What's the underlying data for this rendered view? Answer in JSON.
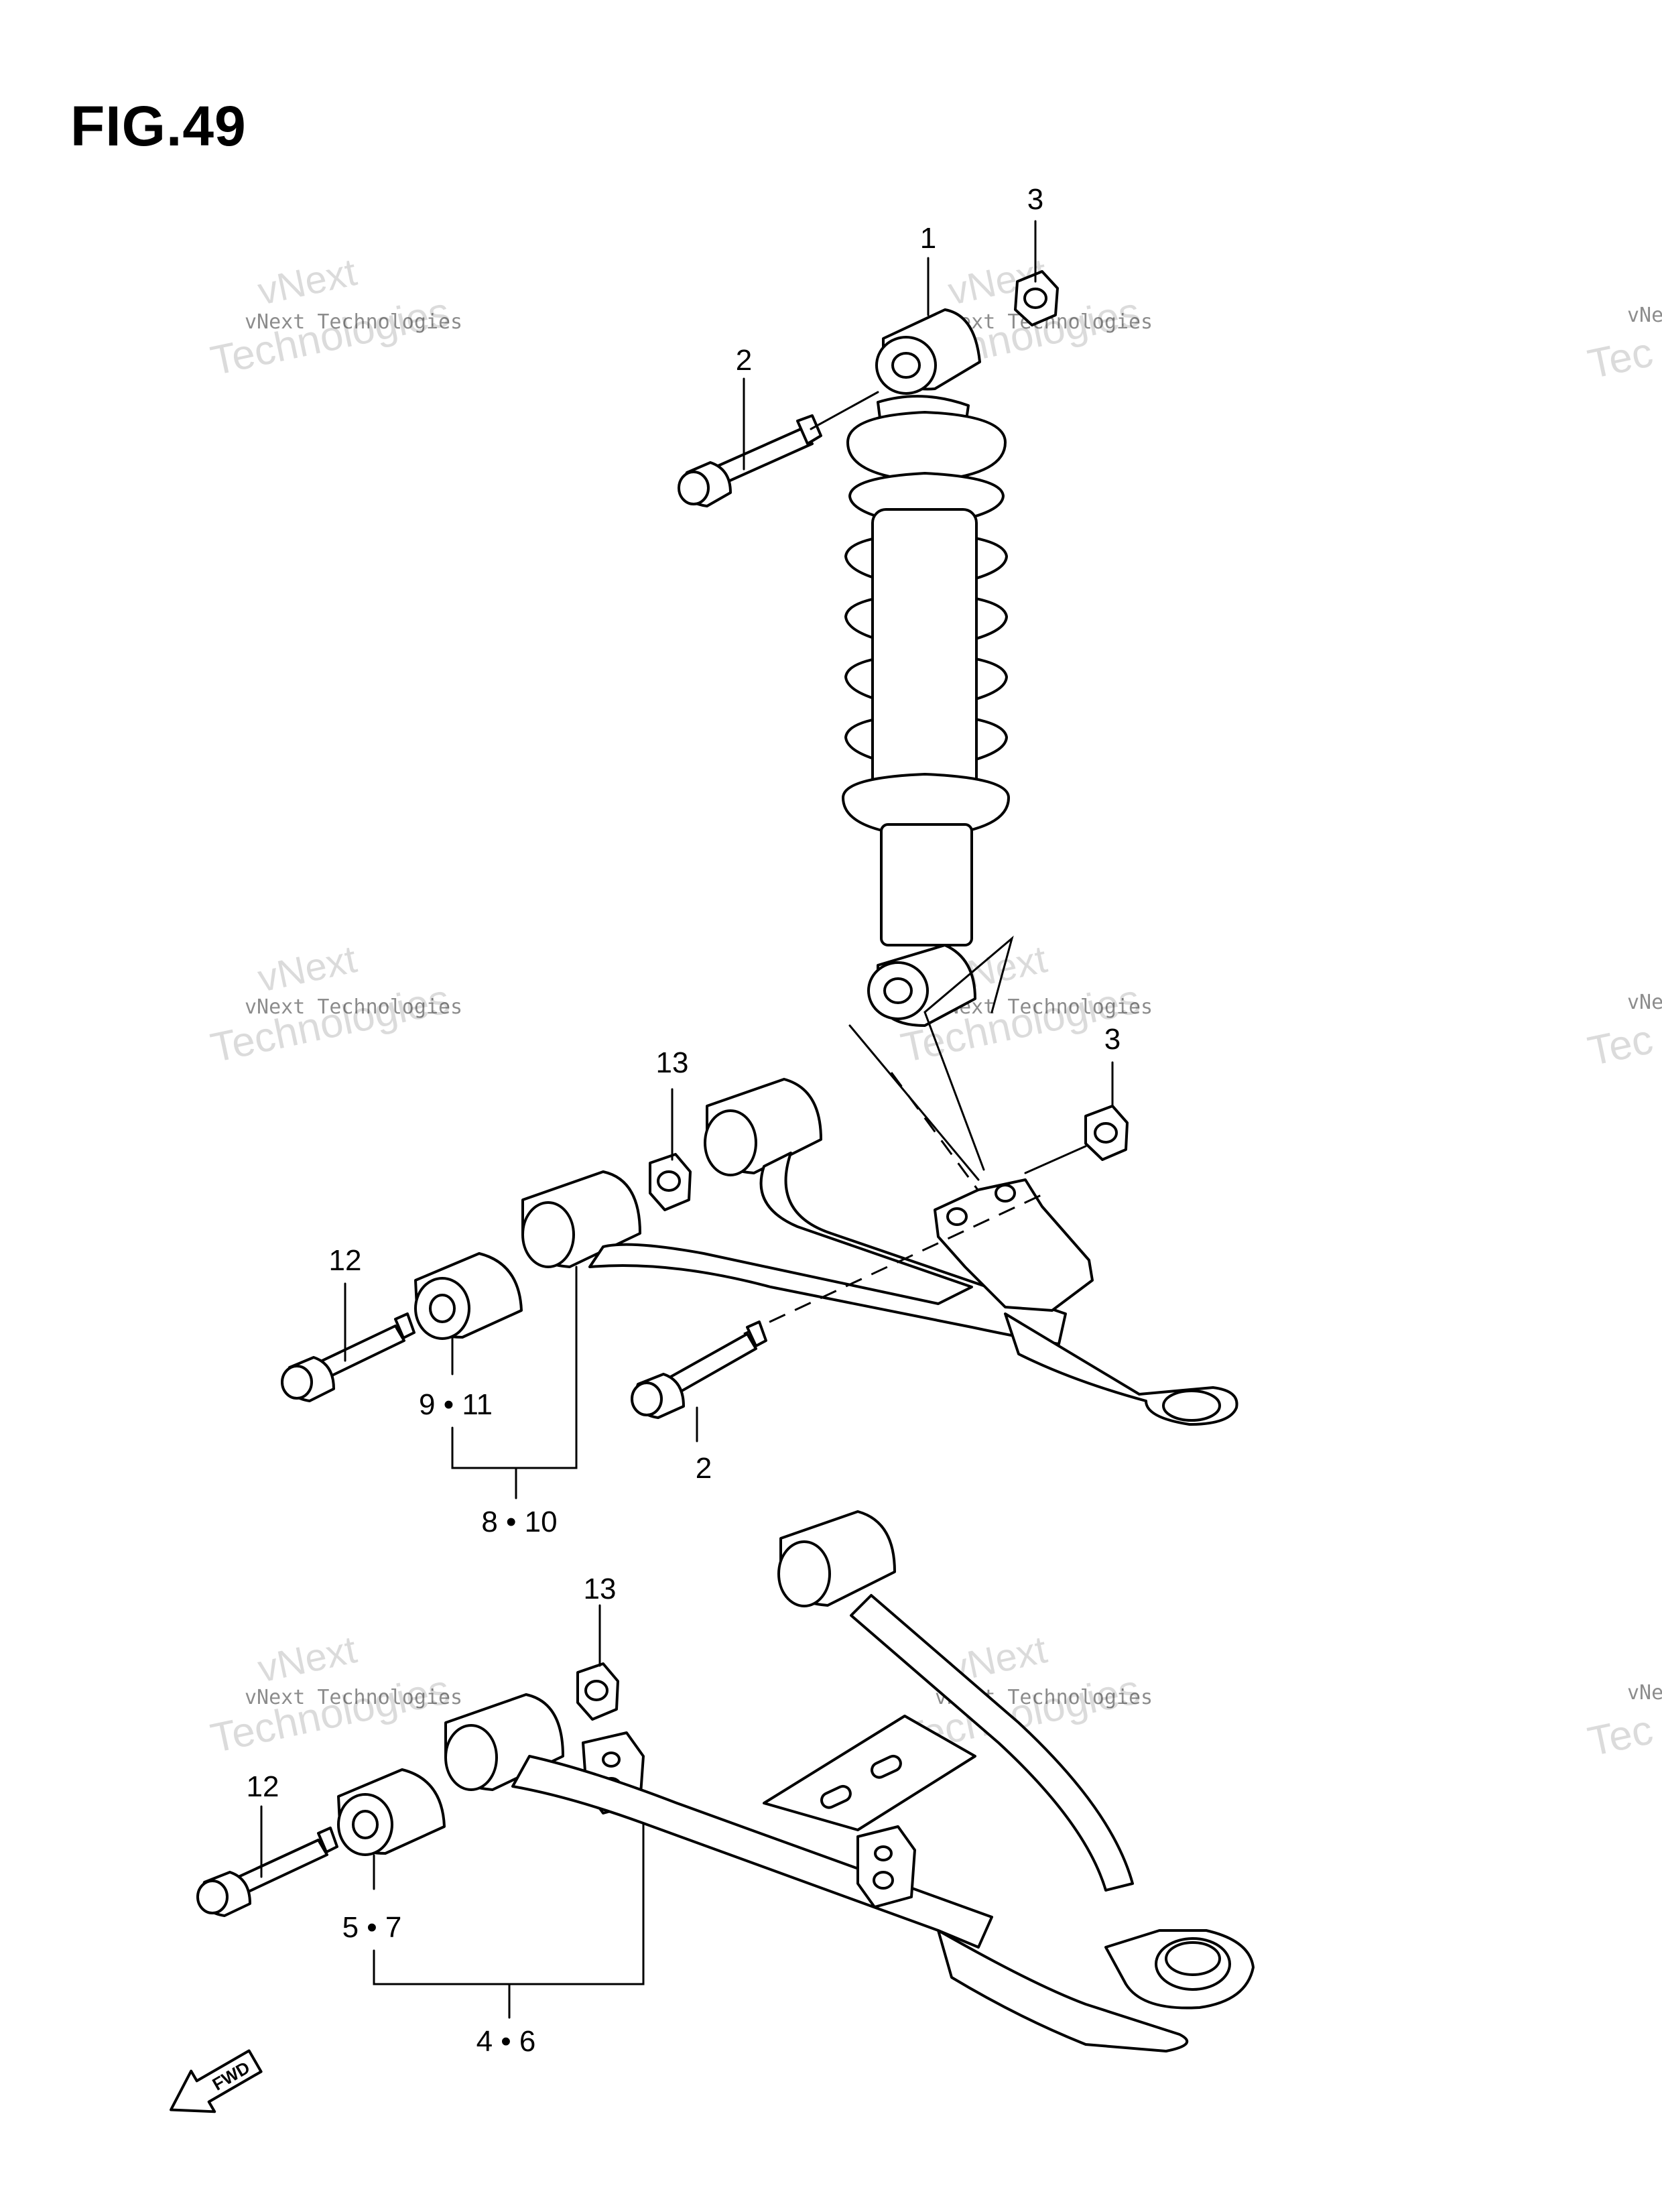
{
  "figure": {
    "title": "FIG.49"
  },
  "callouts": {
    "c1": "1",
    "c2_top": "2",
    "c3_top": "3",
    "c13_upper": "13",
    "c3_mid": "3",
    "c12_upper": "12",
    "c9_11": "9 • 11",
    "c2_mid": "2",
    "c8_10": "8 • 10",
    "c13_lower": "13",
    "c12_lower": "12",
    "c5_7": "5 • 7",
    "c4_6": "4 • 6"
  },
  "watermark": {
    "line1": "vNext",
    "line2": "Technologies",
    "small": "vNext Technologies",
    "edge_small": "vNe",
    "edge_large": "Tec"
  },
  "fwd": {
    "label": "FWD"
  }
}
